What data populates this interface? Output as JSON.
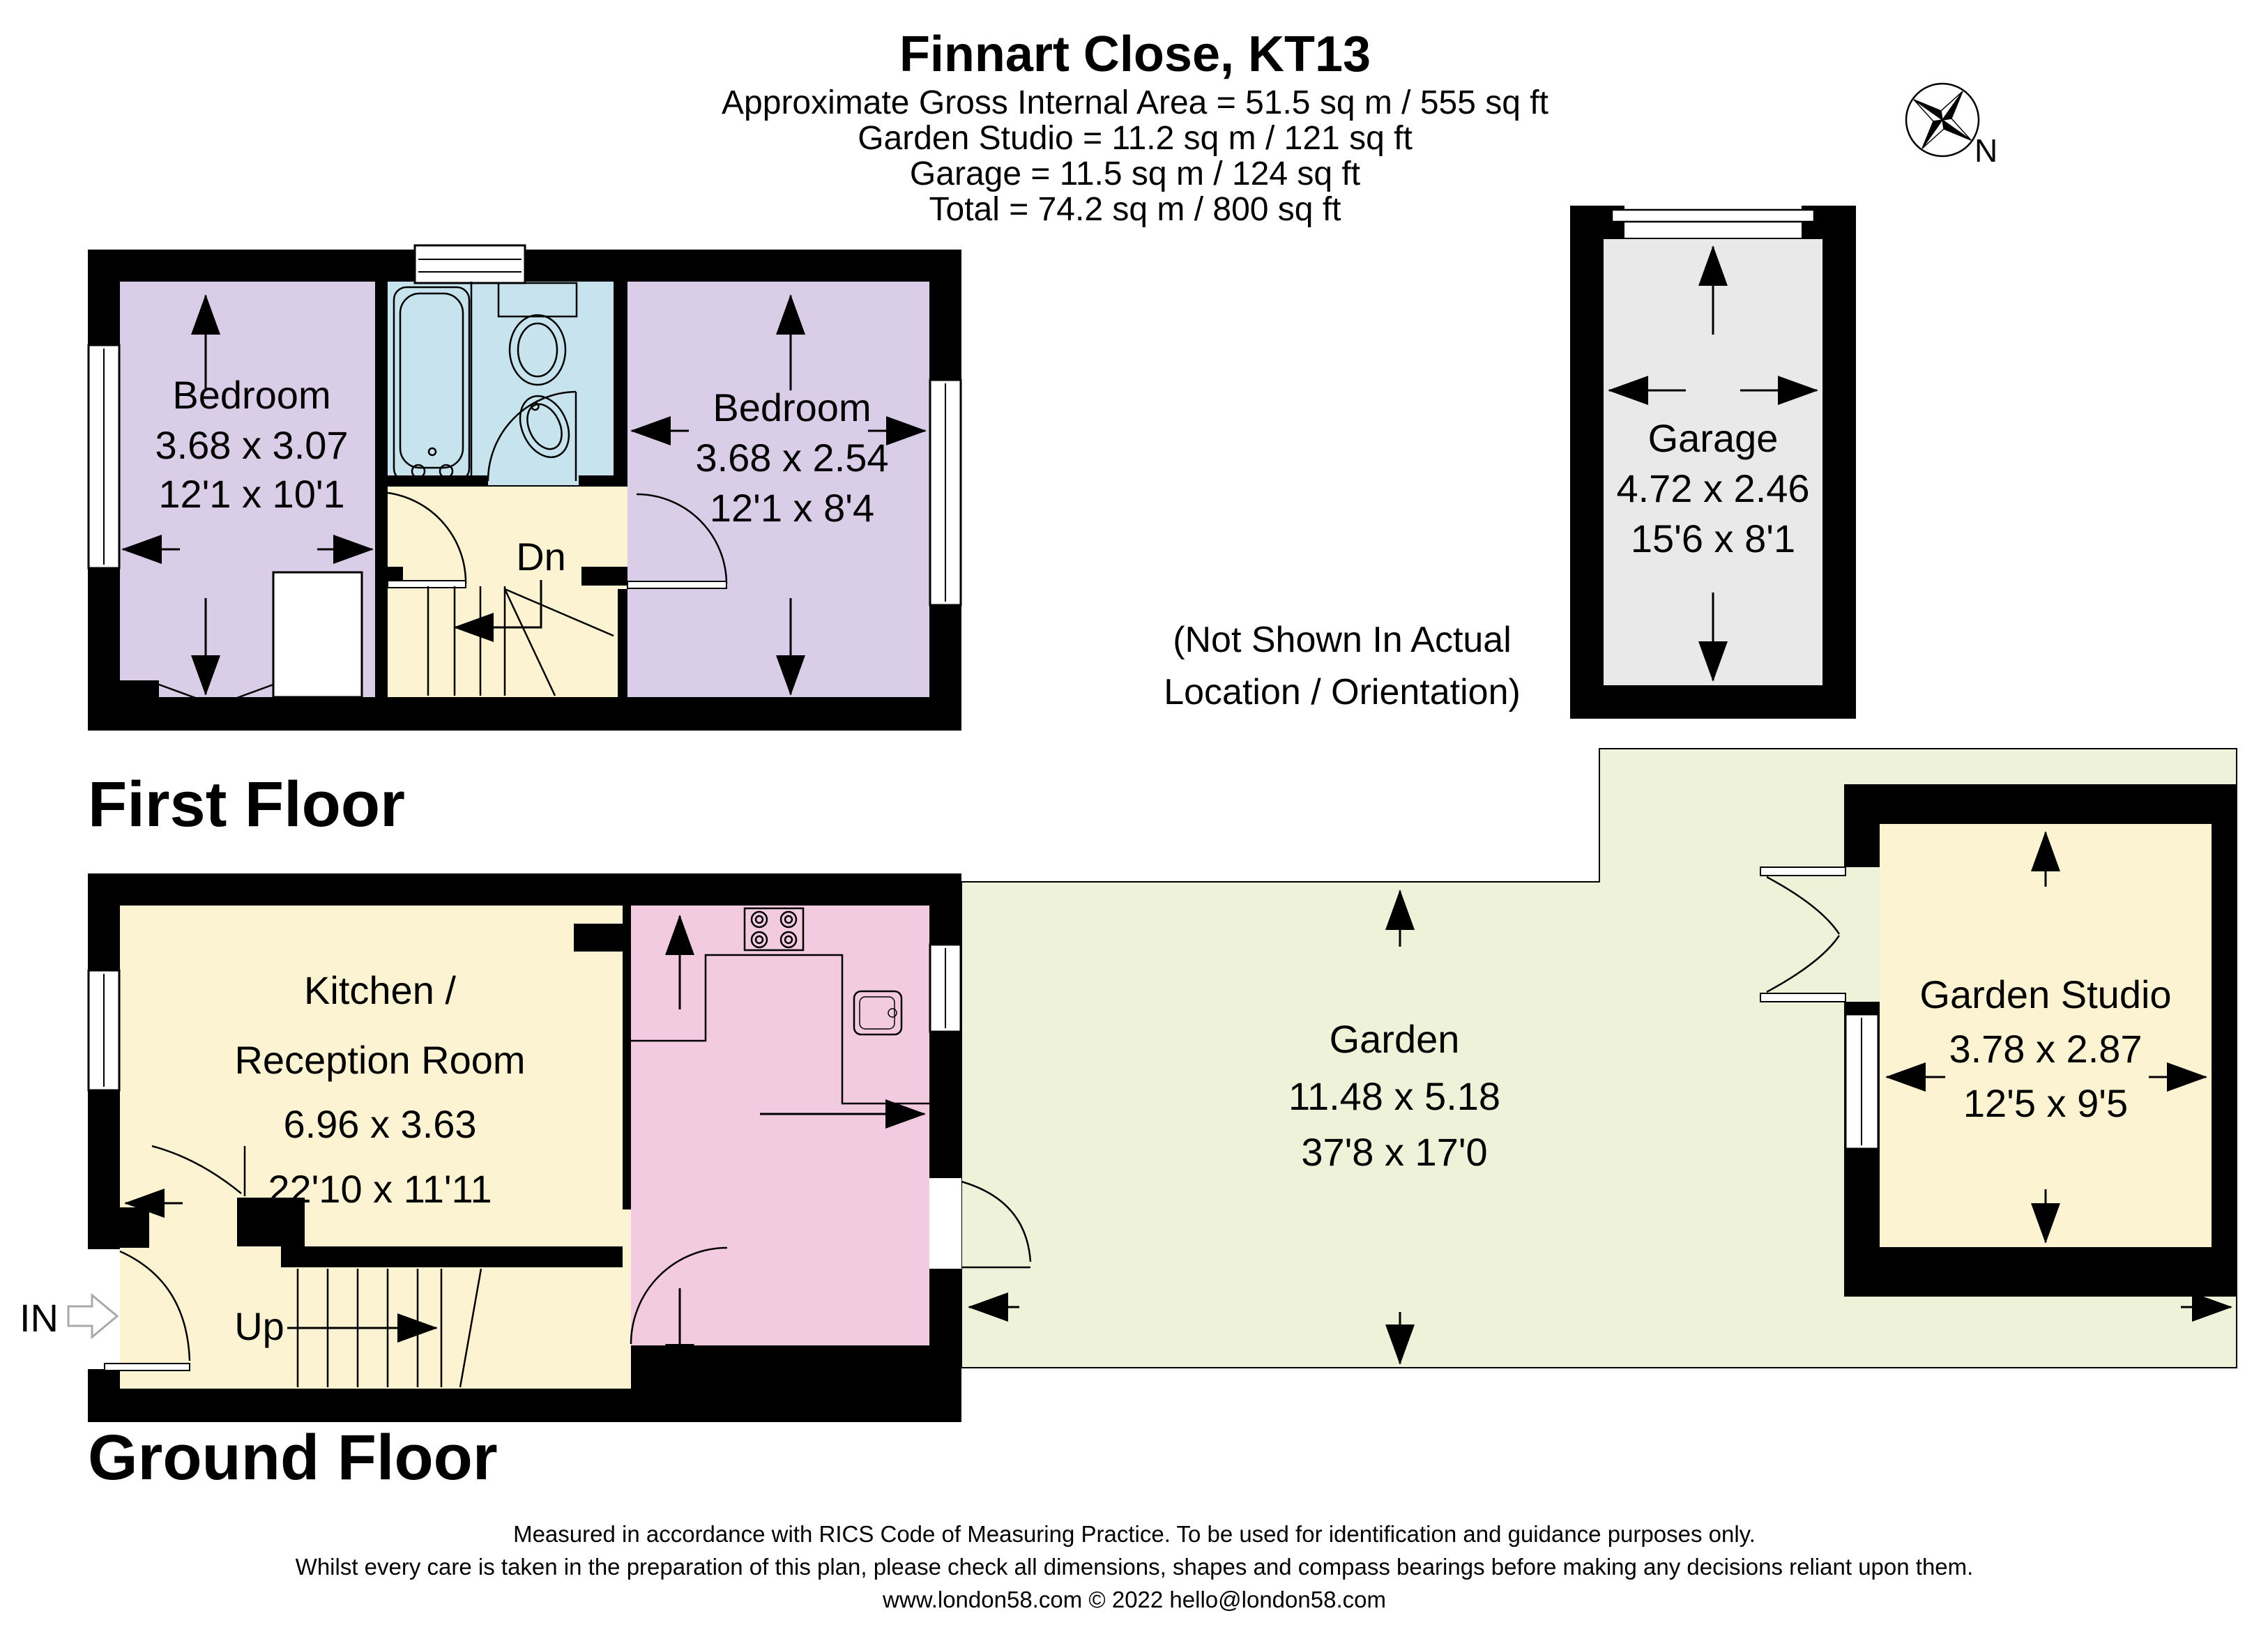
{
  "header": {
    "title": "Finnart Close, KT13",
    "lines": [
      "Approximate Gross Internal Area = 51.5 sq m / 555 sq ft",
      "Garden Studio = 11.2 sq m / 121 sq ft",
      "Garage = 11.5 sq m / 124 sq ft",
      "Total = 74.2 sq m / 800 sq ft"
    ]
  },
  "compass": {
    "north_label": "N"
  },
  "first_floor": {
    "heading": "First Floor",
    "bedroom1": {
      "name": "Bedroom",
      "metric": "3.68 x 3.07",
      "imperial": "12'1 x 10'1"
    },
    "bedroom2": {
      "name": "Bedroom",
      "metric": "3.68 x 2.54",
      "imperial": "12'1 x 8'4"
    },
    "stairs_label": "Dn"
  },
  "garage": {
    "name": "Garage",
    "metric": "4.72 x 2.46",
    "imperial": "15'6 x 8'1",
    "note_line1": "(Not Shown In Actual",
    "note_line2": "Location / Orientation)"
  },
  "ground_floor": {
    "heading": "Ground Floor",
    "kitchen": {
      "name_line1": "Kitchen /",
      "name_line2": "Reception Room",
      "metric": "6.96 x 3.63",
      "imperial": "22'10 x 11'11"
    },
    "garden": {
      "name": "Garden",
      "metric": "11.48 x 5.18",
      "imperial": "37'8 x 17'0"
    },
    "garden_studio": {
      "name": "Garden Studio",
      "metric": "3.78 x 2.87",
      "imperial": "12'5 x 9'5"
    },
    "stairs_label": "Up",
    "entrance_label": "IN"
  },
  "footer": {
    "line1": "Measured in accordance with RICS Code of Measuring Practice. To be used for identification and guidance purposes only.",
    "line2": "Whilst every care is taken in the preparation of this plan, please check all dimensions, shapes and compass bearings before making any decisions reliant upon them.",
    "line3": "www.london58.com © 2022 hello@london58.com"
  },
  "colors": {
    "wall": "#000000",
    "bedroom": "#d9cde7",
    "bathroom": "#c6e3ee",
    "cream": "#fbf3d2",
    "kitchen_pink": "#f3cbe1",
    "garden_green": "#eef2d8",
    "garage_grey": "#e9e9e9"
  }
}
